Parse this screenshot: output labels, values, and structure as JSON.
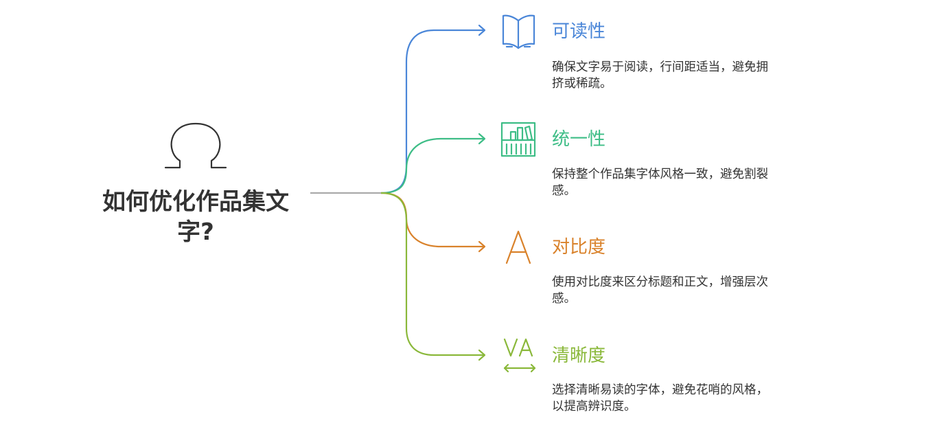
{
  "title_lines": [
    "如何优化作品集文",
    "字?"
  ],
  "branches": [
    {
      "title": "可读性",
      "desc_lines": [
        "确保文字易于阅读，行间距适当，避免拥",
        "挤或稀疏。"
      ],
      "color": "#4a86d8",
      "icon": "open-book-icon"
    },
    {
      "title": "统一性",
      "desc_lines": [
        "保持整个作品集字体风格一致，避免割裂",
        "感。"
      ],
      "color": "#3dbd86",
      "icon": "bookshelf-icon"
    },
    {
      "title": "对比度",
      "desc_lines": [
        "使用对比度来区分标题和正文，增强层次",
        "感。"
      ],
      "color": "#d9822b",
      "icon": "letter-a-icon"
    },
    {
      "title": "清晰度",
      "desc_lines": [
        "选择清晰易读的字体，避免花哨的风格，",
        "以提高辨识度。"
      ],
      "color": "#8ab83a",
      "icon": "va-kerning-icon"
    }
  ],
  "stem_color": "#aaaaaa",
  "omega_icon": "omega-icon"
}
